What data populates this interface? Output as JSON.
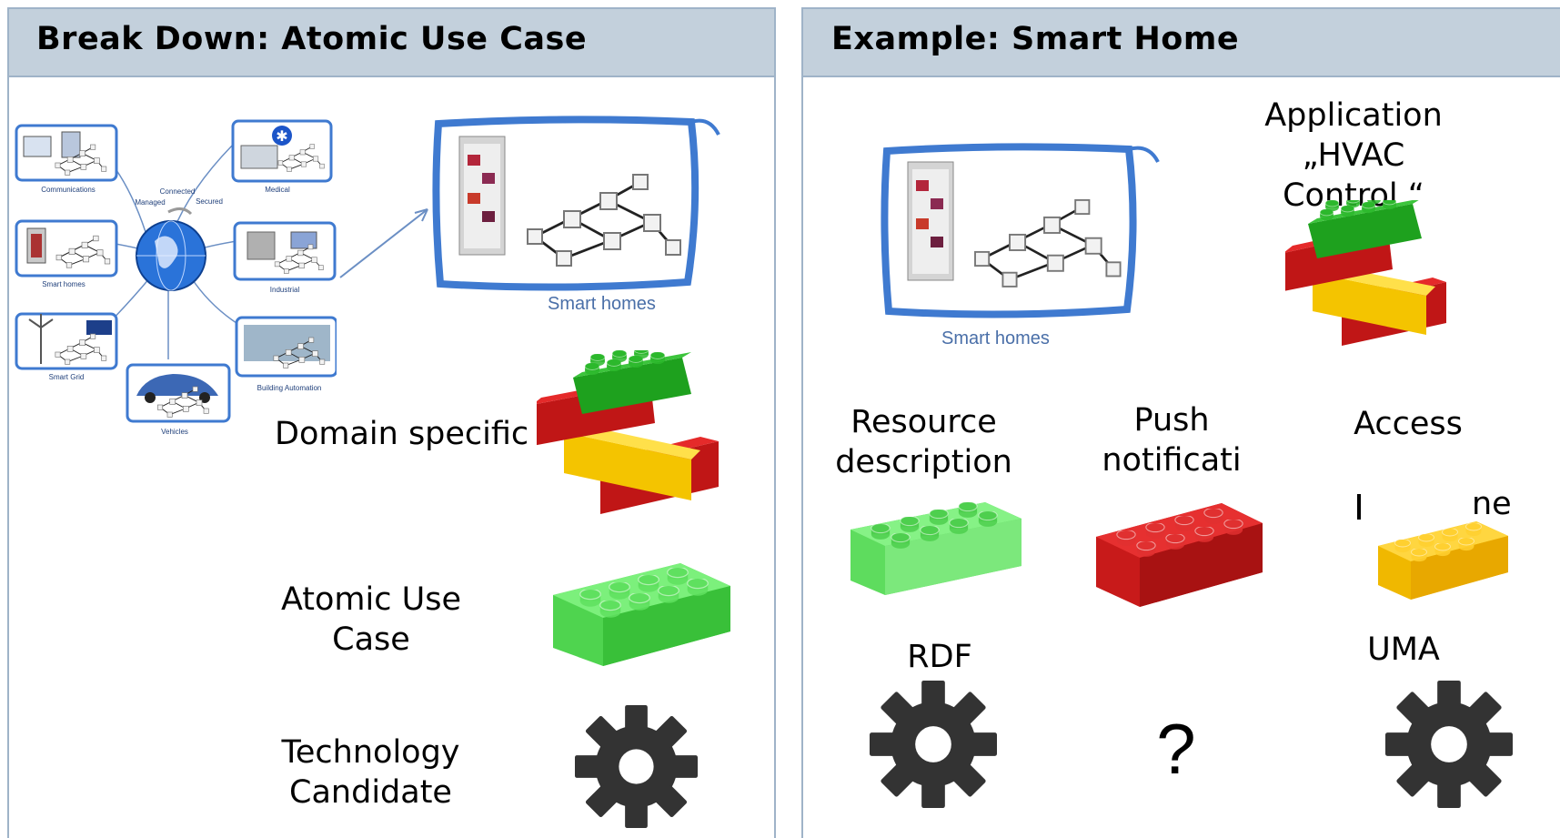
{
  "left_panel": {
    "title": "Break Down: Atomic Use Case",
    "iot_nodes": [
      "Communications",
      "Medical",
      "Smart homes",
      "Industrial",
      "Smart Grid",
      "Building Automation",
      "Vehicles"
    ],
    "center_labels": [
      "Connected",
      "Managed",
      "Secured"
    ],
    "smart_homes_caption": "Smart homes",
    "domain_label": "Domain specific",
    "atomic_label_line1": "Atomic Use",
    "atomic_label_line2": "Case",
    "tech_label_line1": "Technology",
    "tech_label_line2": "Candidate"
  },
  "right_panel": {
    "title": "Example: Smart Home",
    "smart_homes_caption": "Smart homes",
    "app_line1": "Application",
    "app_line2": "„HVAC",
    "app_line3": "Control “",
    "col1_line1": "Resource",
    "col1_line2": "description",
    "col2_line1": "Push",
    "col2_line2": "notificati",
    "col3_line1": "Access",
    "col3_line2": "ne",
    "tech1": "RDF",
    "tech2": "?",
    "tech3": "UMA"
  },
  "colors": {
    "header_bg": "#c3d0dc",
    "panel_border": "#9fb3c8",
    "lego_green": "#2fb82f",
    "lego_light_green": "#6ee66e",
    "lego_red": "#d01a1a",
    "lego_yellow": "#f4c400",
    "gear": "#333333"
  },
  "icons": [
    "globe-icon",
    "fridge-icon",
    "network-icon",
    "lego-brick-icon",
    "gear-icon"
  ]
}
